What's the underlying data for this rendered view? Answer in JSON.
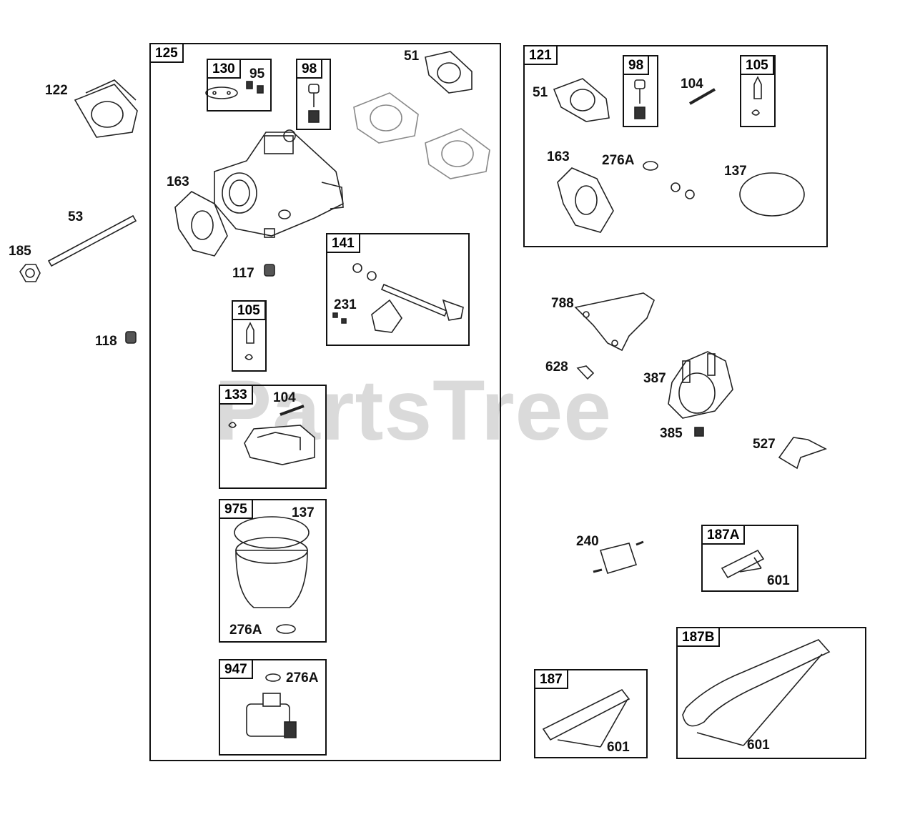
{
  "watermark": "PartsTree",
  "boxes": {
    "b125": "125",
    "b130": "130",
    "b98a": "98",
    "b105a": "105",
    "b141": "141",
    "b133": "133",
    "b975": "975",
    "b947": "947",
    "b121": "121",
    "b98b": "98",
    "b105b": "105",
    "b187A": "187A",
    "b187": "187",
    "b187B": "187B"
  },
  "labels": {
    "l122": "122",
    "l53": "53",
    "l185": "185",
    "l118": "118",
    "l95": "95",
    "l51a": "51",
    "l163a": "163",
    "l117": "117",
    "l231": "231",
    "l104a": "104",
    "l137a": "137",
    "l276Aa": "276A",
    "l276Ab": "276A",
    "l51b": "51",
    "l104b": "104",
    "l163b": "163",
    "l276Ac": "276A",
    "l137b": "137",
    "l788": "788",
    "l628": "628",
    "l387": "387",
    "l385": "385",
    "l527": "527",
    "l240": "240",
    "l601a": "601",
    "l601b": "601",
    "l601c": "601"
  }
}
